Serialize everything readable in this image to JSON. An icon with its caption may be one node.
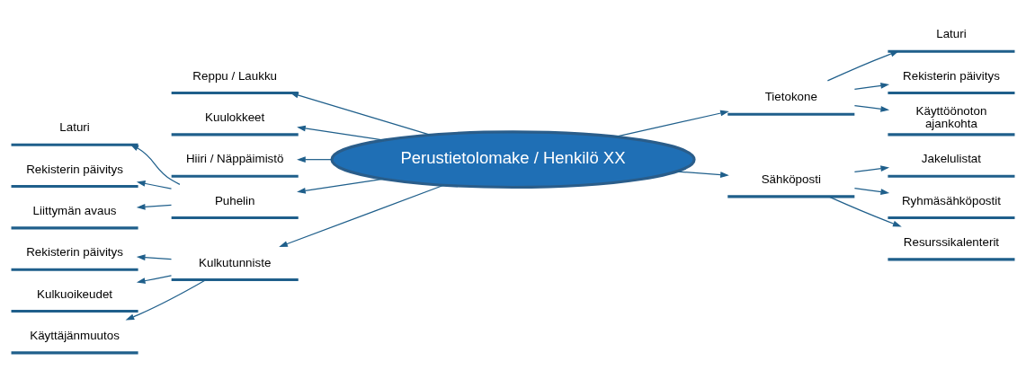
{
  "diagram": {
    "nodes": [
      {
        "text": [
          "Perustietolomake / Henkilö XX"
        ]
      },
      {
        "text": [
          "Reppu / Laukku"
        ]
      },
      {
        "text": [
          "Kuulokkeet"
        ]
      },
      {
        "text": [
          "Hiiri / Näppäimistö"
        ]
      },
      {
        "text": [
          "Puhelin"
        ]
      },
      {
        "text": [
          "Laturi"
        ]
      },
      {
        "text": [
          "Rekisterin päivitys"
        ]
      },
      {
        "text": [
          "Liittymän avaus"
        ]
      },
      {
        "text": [
          "Kulkutunniste"
        ]
      },
      {
        "text": [
          "Rekisterin päivitys"
        ]
      },
      {
        "text": [
          "Kulkuoikeudet"
        ]
      },
      {
        "text": [
          "Käyttäjänmuutos"
        ]
      },
      {
        "text": [
          "Tietokone"
        ]
      },
      {
        "text": [
          "Laturi"
        ]
      },
      {
        "text": [
          "Rekisterin päivitys"
        ]
      },
      {
        "text": [
          "Käyttöönoton ajankohta"
        ]
      },
      {
        "text": [
          "Sähköposti"
        ]
      },
      {
        "text": [
          "Jakelulistat"
        ]
      },
      {
        "text": [
          "Ryhmäsähköpostit"
        ]
      },
      {
        "text": [
          "Resurssikalenterit"
        ]
      }
    ],
    "edges": [
      {
        "from": 0,
        "to": 1,
        "arrow": "to"
      },
      {
        "from": 0,
        "to": 2,
        "arrow": "to"
      },
      {
        "from": 0,
        "to": 3,
        "arrow": "to"
      },
      {
        "from": 0,
        "to": 4,
        "arrow": "to"
      },
      {
        "from": 0,
        "to": 8,
        "arrow": "to"
      },
      {
        "from": 0,
        "to": 12,
        "arrow": "to"
      },
      {
        "from": 0,
        "to": 16,
        "arrow": "to"
      },
      {
        "from": 4,
        "to": 5,
        "arrow": "to"
      },
      {
        "from": 4,
        "to": 6,
        "arrow": "to"
      },
      {
        "from": 4,
        "to": 7,
        "arrow": "to"
      },
      {
        "from": 8,
        "to": 9,
        "arrow": "to"
      },
      {
        "from": 8,
        "to": 10,
        "arrow": "to"
      },
      {
        "from": 8,
        "to": 11,
        "arrow": "to"
      },
      {
        "from": 12,
        "to": 13,
        "arrow": "to"
      },
      {
        "from": 12,
        "to": 14,
        "arrow": "to"
      },
      {
        "from": 12,
        "to": 15,
        "arrow": "to"
      },
      {
        "from": 16,
        "to": 17,
        "arrow": "to"
      },
      {
        "from": 16,
        "to": 18,
        "arrow": "to"
      },
      {
        "from": 16,
        "to": 19,
        "arrow": "to"
      }
    ]
  }
}
